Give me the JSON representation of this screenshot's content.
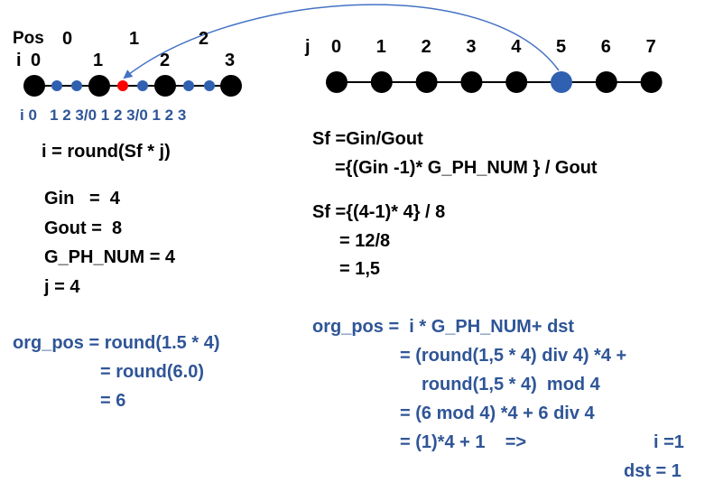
{
  "colors": {
    "black": "#000000",
    "blue": "#2F5597",
    "node_blue": "#3060B0",
    "highlight": "#FF0000",
    "arrow": "#4472C4"
  },
  "left_axis": {
    "pos_label": "Pos",
    "pos_values": [
      "0",
      "1",
      "2"
    ],
    "i_label": "i",
    "i_values": [
      "0",
      "1",
      "2",
      "3"
    ],
    "sub_label": "i 0   1 2 3/0 1 2 3/0 1 2 3"
  },
  "right_axis": {
    "j_label": "j",
    "j_values": [
      "0",
      "1",
      "2",
      "3",
      "4",
      "5",
      "6",
      "7"
    ],
    "highlighted_index": 5
  },
  "left_text": {
    "formula": "i = round(Sf * j)",
    "gin": "Gin   =  4",
    "gout": "Gout =  8",
    "gph": "G_PH_NUM = 4",
    "j": "j = 4",
    "org1": "org_pos = round(1.5 * 4)",
    "org2": "= round(6.0)",
    "org3": "= 6"
  },
  "right_text": {
    "sf1": "Sf =Gin/Gout",
    "sf2": "={(Gin -1)* G_PH_NUM } / Gout",
    "sf3": "Sf ={(4-1)* 4} / 8",
    "sf4": "= 12/8",
    "sf5": "= 1,5",
    "op1": "org_pos =  i * G_PH_NUM+ dst",
    "op2": "= (round(1,5 * 4) div 4) *4 +",
    "op3": "round(1,5 * 4)  mod 4",
    "op4": "= (6 mod 4) *4 + 6 div 4",
    "op5": "= (1)*4 + 1    =>",
    "i_res": "i =1",
    "dst_res": "dst = 1"
  }
}
